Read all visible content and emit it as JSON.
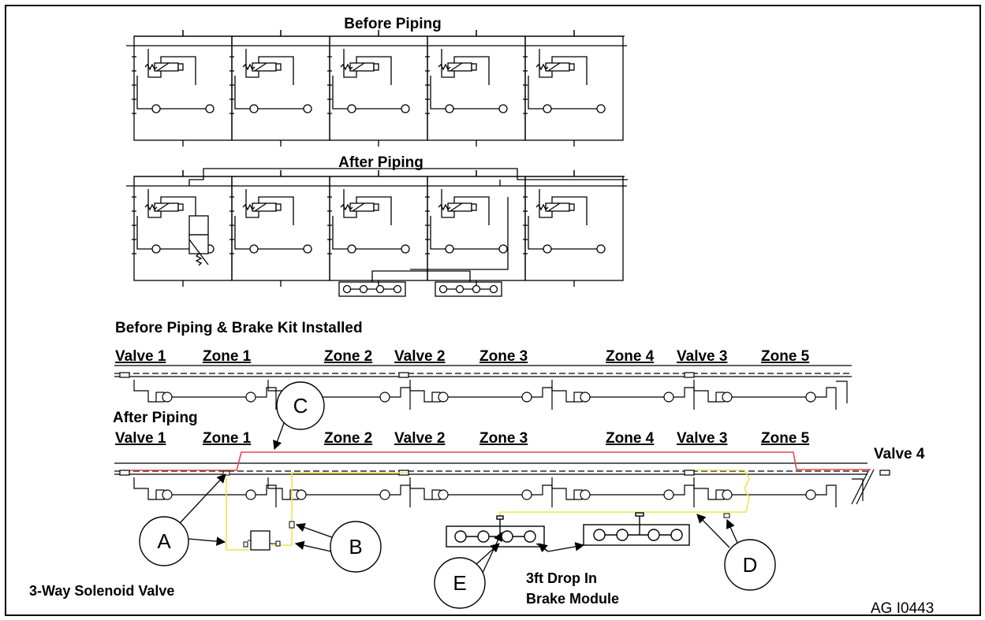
{
  "titles": {
    "before_piping": "Before Piping",
    "after_piping": "After Piping",
    "before_brake": "Before Piping & Brake Kit Installed",
    "after_piping_2": "After Piping"
  },
  "conveyor_labels": {
    "valve_1": "Valve 1",
    "zone_1": "Zone 1",
    "zone_2": "Zone 2",
    "valve_2": "Valve 2",
    "zone_3": "Zone 3",
    "zone_4": "Zone 4",
    "valve_3": "Valve 3",
    "zone_5": "Zone 5",
    "valve_4": "Valve 4"
  },
  "callouts": {
    "a": "A",
    "b": "B",
    "c": "C",
    "d": "D",
    "e": "E"
  },
  "annotations": {
    "solenoid": "3-Way Solenoid Valve",
    "drop_in_line1": "3ft Drop In",
    "drop_in_line2": "Brake Module",
    "figure_id": "AG I0443"
  },
  "colors": {
    "yellow_pipe": "#f2e34c",
    "red_pipe": "#e8474f",
    "ink": "#000000"
  }
}
